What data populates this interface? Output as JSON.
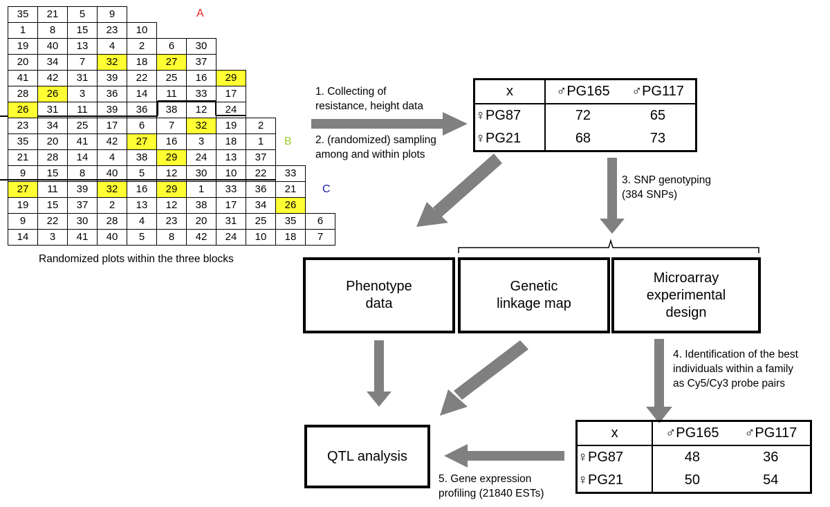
{
  "field_layout": {
    "rows": [
      [
        "35",
        "21",
        "5",
        "9"
      ],
      [
        "1",
        "8",
        "15",
        "23",
        "10"
      ],
      [
        "19",
        "40",
        "13",
        "4",
        "2",
        "6",
        "30"
      ],
      [
        "20",
        "34",
        "7",
        "32",
        "18",
        "27",
        "37"
      ],
      [
        "41",
        "42",
        "31",
        "39",
        "22",
        "25",
        "16",
        "29"
      ],
      [
        "28",
        "26",
        "3",
        "36",
        "14",
        "11",
        "33",
        "17"
      ],
      [
        "26",
        "31",
        "11",
        "39",
        "36",
        "38",
        "12",
        "24"
      ],
      [
        "23",
        "34",
        "25",
        "17",
        "6",
        "7",
        "32",
        "19",
        "2"
      ],
      [
        "35",
        "20",
        "41",
        "42",
        "27",
        "16",
        "3",
        "18",
        "1"
      ],
      [
        "21",
        "28",
        "14",
        "4",
        "38",
        "29",
        "24",
        "13",
        "37"
      ],
      [
        "9",
        "15",
        "8",
        "40",
        "5",
        "12",
        "30",
        "10",
        "22",
        "33"
      ],
      [
        "27",
        "11",
        "39",
        "32",
        "16",
        "29",
        "1",
        "33",
        "36",
        "21"
      ],
      [
        "19",
        "15",
        "37",
        "2",
        "13",
        "12",
        "38",
        "17",
        "34",
        "26"
      ],
      [
        "9",
        "22",
        "30",
        "28",
        "4",
        "23",
        "20",
        "31",
        "25",
        "35",
        "6"
      ],
      [
        "14",
        "3",
        "41",
        "40",
        "5",
        "8",
        "42",
        "24",
        "10",
        "18",
        "7"
      ]
    ],
    "highlighted": [
      [
        3,
        3
      ],
      [
        3,
        5
      ],
      [
        4,
        7
      ],
      [
        5,
        1
      ],
      [
        6,
        0
      ],
      [
        7,
        6
      ],
      [
        8,
        4
      ],
      [
        9,
        5
      ],
      [
        11,
        0
      ],
      [
        11,
        3
      ],
      [
        11,
        5
      ],
      [
        12,
        9
      ]
    ],
    "block_labels": {
      "a": "A",
      "b": "B",
      "c": "C"
    },
    "block_colors": {
      "a": "#e8201e",
      "b": "#9acd32",
      "c": "#1a1aa8"
    },
    "highlight_color": "#ffff33",
    "caption": "Randomized plots within the three blocks"
  },
  "steps": {
    "step1_line1": "1. Collecting of",
    "step1_line2": "resistance, height data",
    "step2_line1": "2. (randomized) sampling",
    "step2_line2": "among and within plots",
    "step3_line1": "3. SNP genotyping",
    "step3_line2": "(384 SNPs)",
    "step4_line1": "4. Identification of the best",
    "step4_line2": "individuals within a family",
    "step4_line3": "as Cy5/Cy3 probe pairs",
    "step5_line1": "5. Gene expression",
    "step5_line2": "profiling (21840 ESTs)"
  },
  "cross_table_top": {
    "corner": "x",
    "males": [
      "♂PG165",
      "♂PG117"
    ],
    "females": [
      "♀PG87",
      "♀PG21"
    ],
    "values": [
      [
        "72",
        "65"
      ],
      [
        "68",
        "73"
      ]
    ]
  },
  "cross_table_bottom": {
    "corner": "x",
    "males": [
      "♂PG165",
      "♂PG117"
    ],
    "females": [
      "♀PG87",
      "♀PG21"
    ],
    "values": [
      [
        "48",
        "36"
      ],
      [
        "50",
        "54"
      ]
    ]
  },
  "boxes": {
    "phenotype": "Phenotype\ndata",
    "linkage": "Genetic\nlinkage map",
    "microarray": "Microarray\nexperimental\ndesign",
    "qtl": "QTL analysis"
  },
  "arrow_color": "#808080"
}
